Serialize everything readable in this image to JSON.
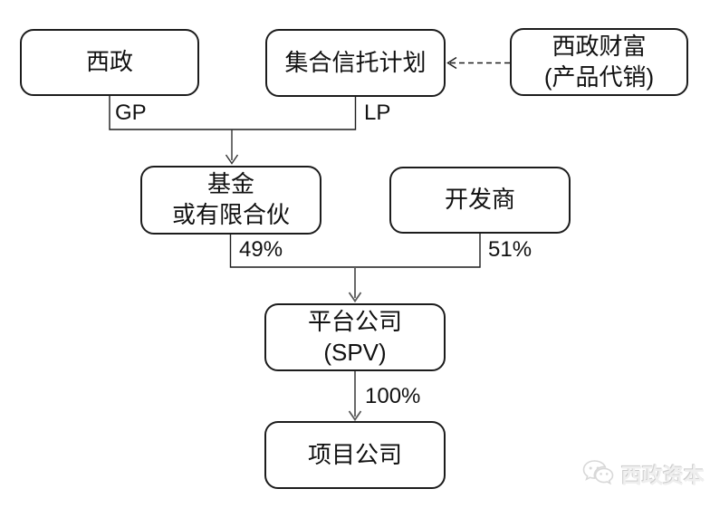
{
  "diagram": {
    "nodes": {
      "xizheng": {
        "label": "西政"
      },
      "trust": {
        "label": "集合信托计划"
      },
      "wealth": {
        "line1": "西政财富",
        "line2": "(产品代销)"
      },
      "fund": {
        "line1": "基金",
        "line2": "或有限合伙"
      },
      "developer": {
        "label": "开发商"
      },
      "spv": {
        "line1": "平台公司",
        "line2": "(SPV)"
      },
      "project": {
        "label": "项目公司"
      }
    },
    "edge_labels": {
      "gp": "GP",
      "lp": "LP",
      "fund_share": "49%",
      "developer_share": "51%",
      "spv_share": "100%"
    },
    "edges": [
      {
        "from": "xizheng",
        "to": "fund",
        "label": "GP",
        "style": "elbow"
      },
      {
        "from": "trust",
        "to": "fund",
        "label": "LP",
        "style": "elbow"
      },
      {
        "from": "wealth",
        "to": "trust",
        "style": "dashed-arrow"
      },
      {
        "from": "fund",
        "to": "spv",
        "label": "49%",
        "style": "elbow"
      },
      {
        "from": "developer",
        "to": "spv",
        "label": "51%",
        "style": "elbow"
      },
      {
        "from": "spv",
        "to": "project",
        "label": "100%",
        "style": "arrow"
      }
    ],
    "watermark": {
      "icon": "wechat-icon",
      "text": "西政资本"
    },
    "colors": {
      "background": "#ffffff",
      "box_border": "#1c1c1c",
      "connector_black": "#1c1c1c",
      "arrow_gray": "#595959",
      "watermark_gray": "#cccccc"
    }
  }
}
